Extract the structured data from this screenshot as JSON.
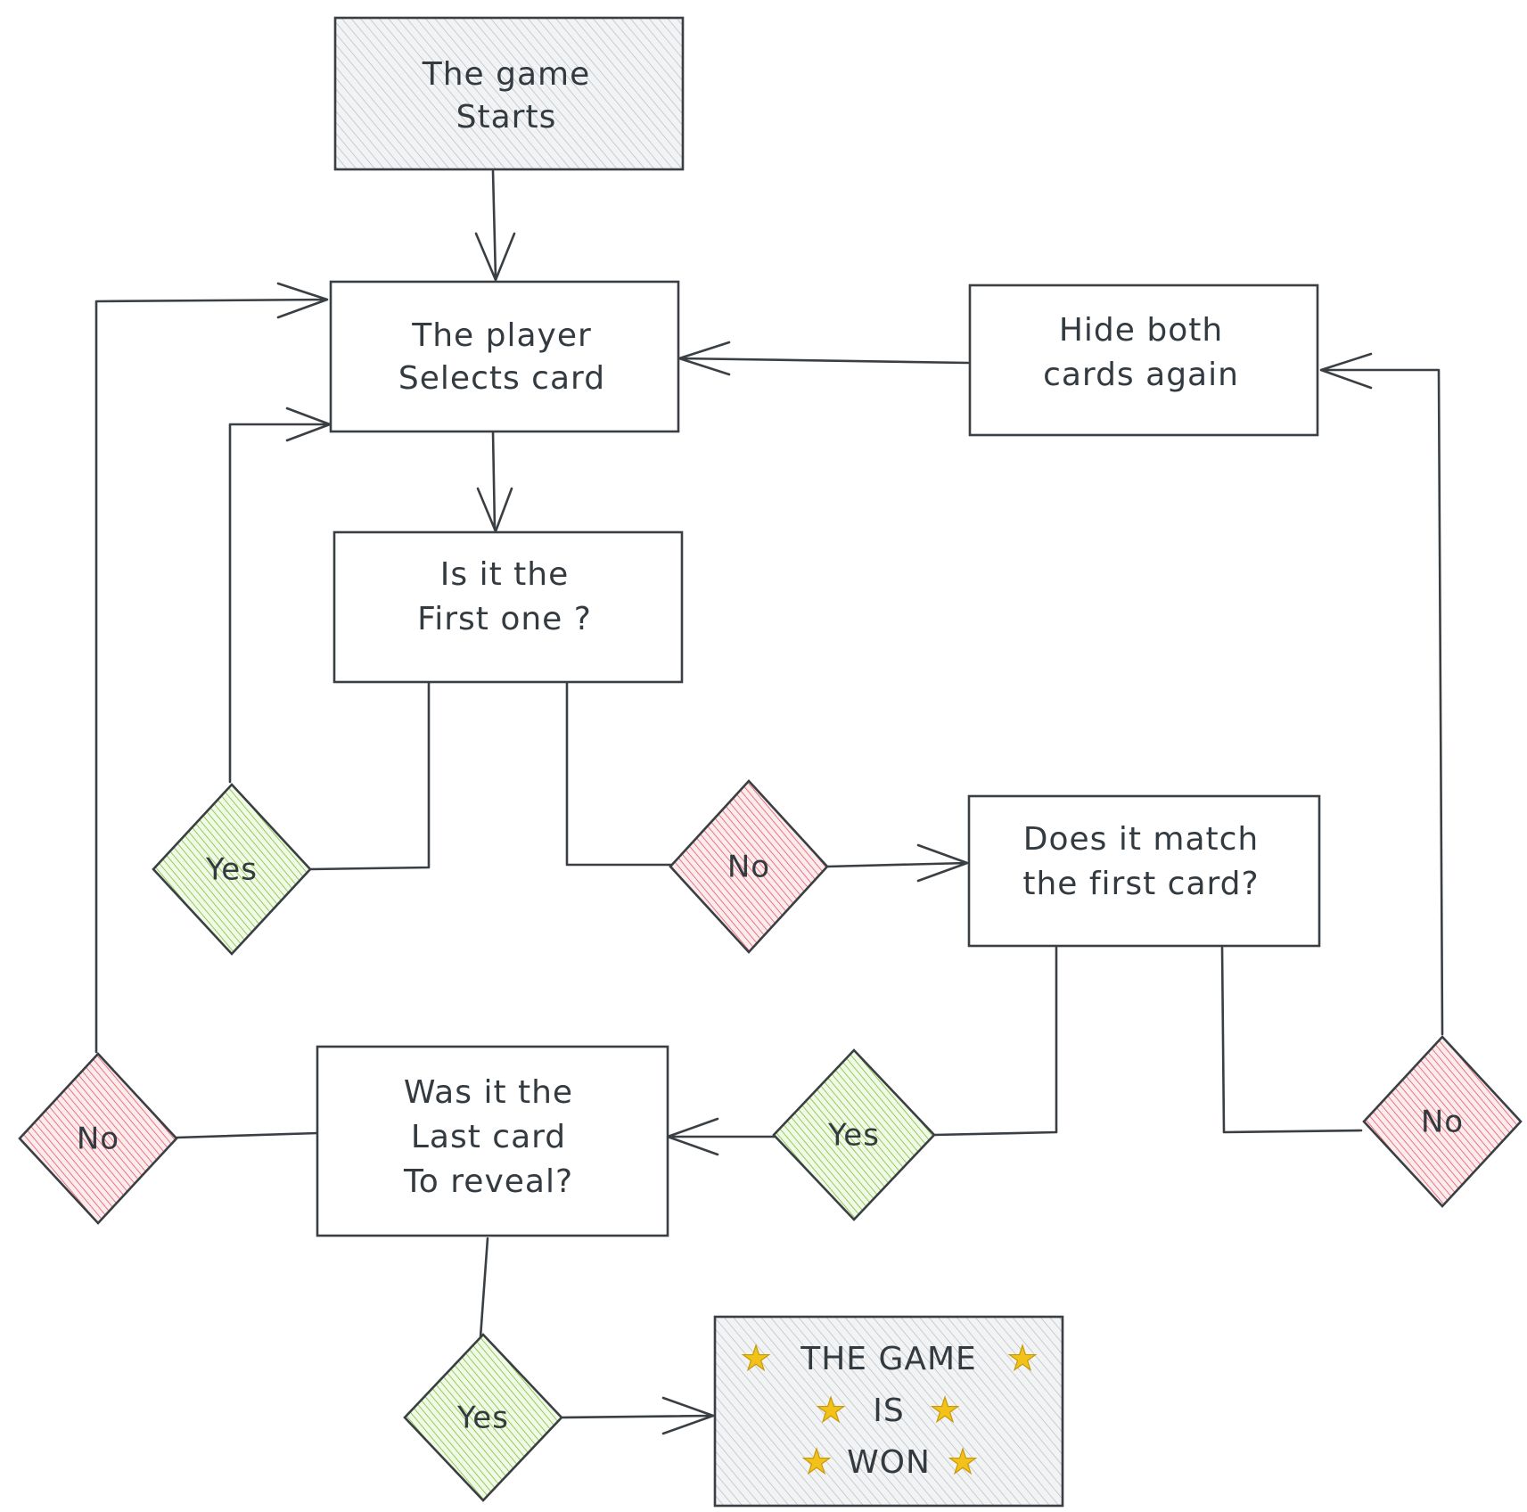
{
  "nodes": {
    "start": {
      "lines": [
        "The game",
        "Starts"
      ]
    },
    "select": {
      "lines": [
        "The player",
        "Selects card"
      ]
    },
    "hide": {
      "lines": [
        "Hide both",
        "cards again"
      ]
    },
    "first": {
      "lines": [
        "Is it the",
        "First one ?"
      ]
    },
    "match": {
      "lines": [
        "Does it match",
        "the first card?"
      ]
    },
    "last": {
      "lines": [
        "Was it the",
        "Last card",
        "To reveal?"
      ]
    },
    "won": {
      "lines": [
        "THE GAME",
        "IS",
        "WON"
      ]
    }
  },
  "decisions": {
    "yes_first": "Yes",
    "no_first": "No",
    "yes_match": "Yes",
    "no_match": "No",
    "no_last": "No",
    "yes_last": "Yes"
  },
  "colors": {
    "stroke": "#3a3f44",
    "text": "#333a40",
    "terminal_fill": "#dedfe1",
    "yes_fill": "#8fcf4a",
    "no_fill": "#ec6b73",
    "star": "#f3c21a"
  },
  "icons": {
    "star": "star-emoji-icon"
  }
}
